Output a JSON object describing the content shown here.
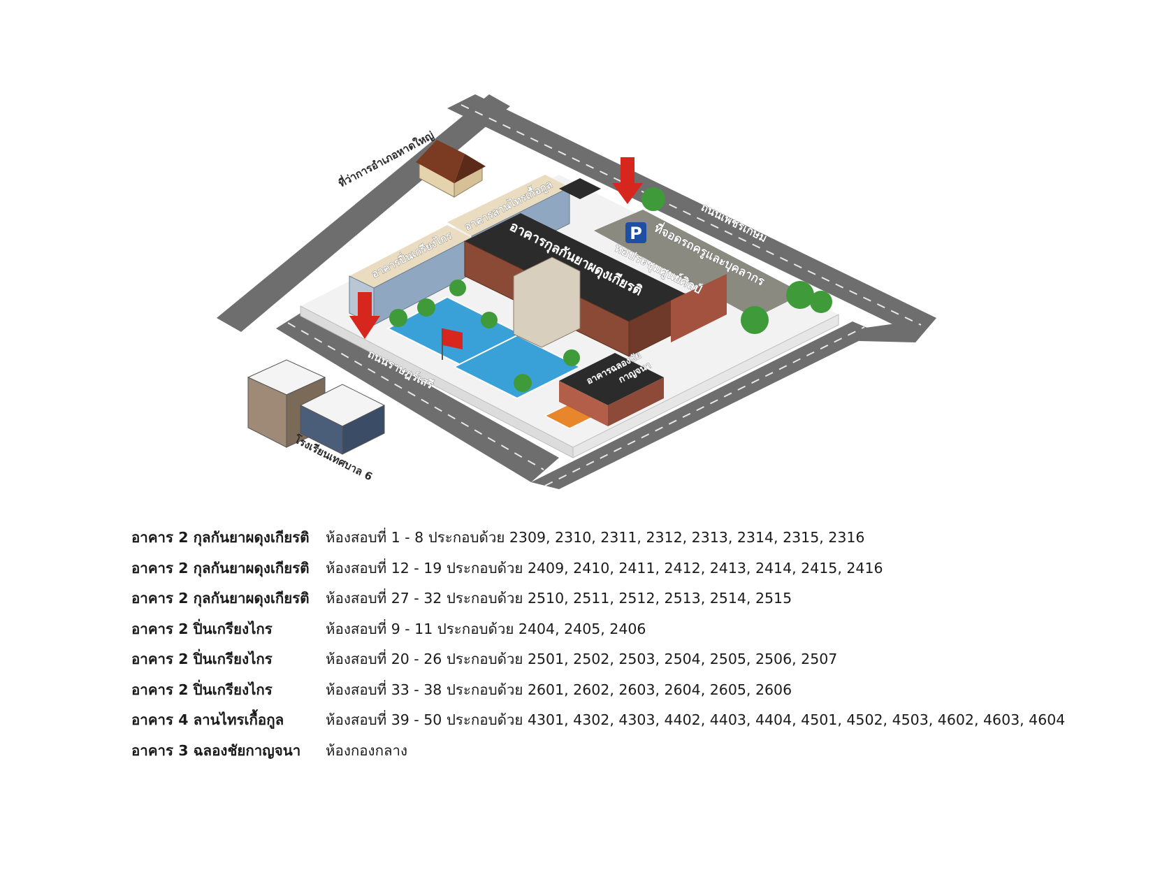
{
  "map": {
    "labels": {
      "district_office": "ที่ว่าการอำเภอหาดใหญ่",
      "lanthai_building": "อาคารลานไทรเกื้อกูล",
      "pinkriang_building": "อาคารปิ่นเกรียงไกร",
      "kulkanya_building": "อาคารกุลกันยาผดุงเกียรติ",
      "parking": "ที่จอดรถครูและบุคลากร",
      "auditorium": "หอประชุมศูนย์ศิลป์",
      "phetkasem_road": "ถนนเพชรเกษม",
      "ratsadorn_road": "ถนนราษฎร์เสรี",
      "chalong_building_line1": "อาคารฉลองชัย",
      "chalong_building_line2": "กาญจนา",
      "municipal_school": "โรงเรียนเทศบาล 6",
      "parking_sign": "P"
    },
    "colors": {
      "road": "#6e6e6e",
      "court": "#3aa0d8",
      "arrow": "#d7261e",
      "tree": "#3f9b3a",
      "roof": "#2b2b2b",
      "brick": "#8a4a36"
    }
  },
  "listing": [
    {
      "building": "อาคาร 2 กุลกันยาผดุงเกียรติ",
      "rooms": "ห้องสอบที่ 1  -  8  ประกอบด้วย 2309, 2310, 2311, 2312, 2313, 2314, 2315, 2316"
    },
    {
      "building": "อาคาร 2 กุลกันยาผดุงเกียรติ",
      "rooms": "ห้องสอบที่ 12 - 19 ประกอบด้วย 2409, 2410, 2411, 2412, 2413, 2414, 2415, 2416"
    },
    {
      "building": "อาคาร 2 กุลกันยาผดุงเกียรติ",
      "rooms": "ห้องสอบที่ 27 - 32 ประกอบด้วย 2510, 2511, 2512, 2513, 2514, 2515"
    },
    {
      "building": "อาคาร 2 ปิ่นเกรียงไกร",
      "rooms": "ห้องสอบที่  9 - 11  ประกอบด้วย 2404, 2405, 2406"
    },
    {
      "building": "อาคาร 2 ปิ่นเกรียงไกร",
      "rooms": "ห้องสอบที่ 20 - 26 ประกอบด้วย 2501, 2502, 2503, 2504, 2505, 2506, 2507"
    },
    {
      "building": "อาคาร 2 ปิ่นเกรียงไกร",
      "rooms": "ห้องสอบที่ 33 - 38 ประกอบด้วย 2601, 2602, 2603, 2604, 2605, 2606"
    },
    {
      "building": "อาคาร 4 ลานไทรเกื้อกูล",
      "rooms": " ห้องสอบที่ 39 - 50  ประกอบด้วย 4301, 4302, 4303, 4402, 4403, 4404, 4501, 4502, 4503, 4602, 4603, 4604"
    },
    {
      "building": "อาคาร 3 ฉลองชัยกาญจนา",
      "rooms": "ห้องกองกลาง"
    }
  ]
}
